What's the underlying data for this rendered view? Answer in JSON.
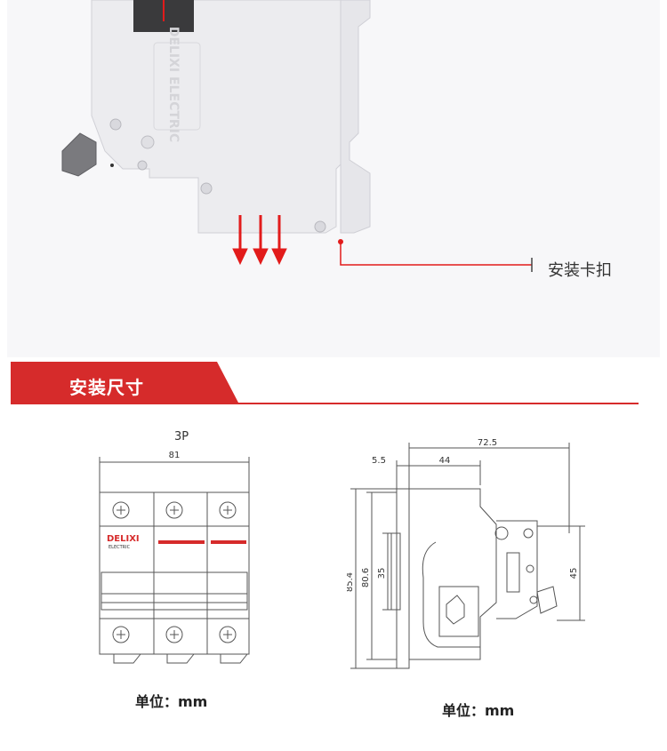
{
  "photo": {
    "callout_label": "安装卡扣",
    "brand_logo": "DELIXI ELECTRIC",
    "arrow_color": "#e21b1b"
  },
  "banner": {
    "title": "安装尺寸",
    "color": "#d62b2b"
  },
  "front_view": {
    "label": "3P",
    "width_dim": "81",
    "brand": "DELIXI",
    "brand_sub": "ELECTRIC",
    "unit_label": "单位：mm"
  },
  "side_view": {
    "dims": {
      "overall_depth": "72.5",
      "offset": "5.5",
      "front_depth": "44",
      "total_height": "85.4",
      "body_height": "80.6",
      "rail_height": "35",
      "cover_height": "45"
    },
    "unit_label": "单位：mm"
  }
}
